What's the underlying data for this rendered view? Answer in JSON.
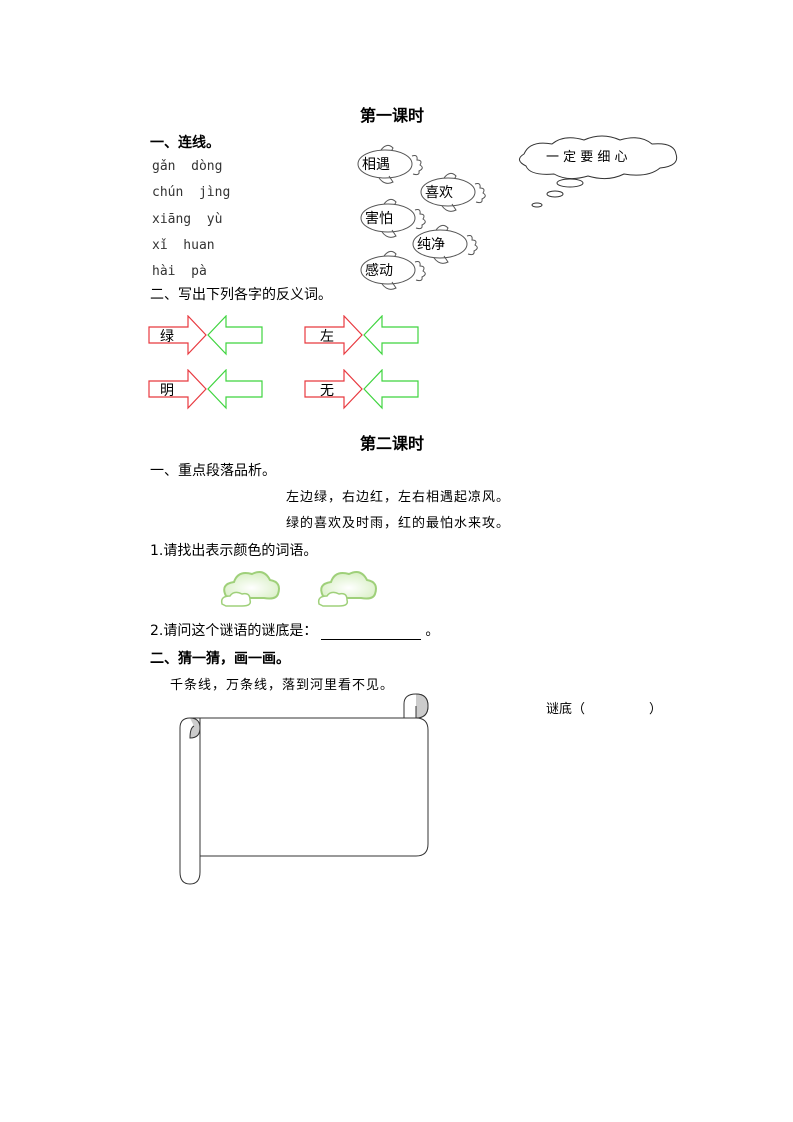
{
  "lesson1": {
    "title": "第一课时",
    "section1": {
      "heading": "一、连线。",
      "pinyin": [
        "gǎn  dòng",
        "chún  jìng",
        "xiāng  yù",
        "xǐ  huan",
        "hài  pà"
      ],
      "fish_words": [
        "相遇",
        "喜欢",
        "害怕",
        "纯净",
        "感动"
      ]
    },
    "thought_cloud": "一 定 要 细 心",
    "section2": {
      "heading": "二、写出下列各字的反义词。",
      "pairs": [
        "绿",
        "左",
        "明",
        "无"
      ]
    }
  },
  "lesson2": {
    "title": "第二课时",
    "section1": {
      "heading": "一、重点段落品析。",
      "riddle_lines": [
        "左边绿，右边红，左右相遇起凉风。",
        "绿的喜欢及时雨，红的最怕水来攻。"
      ],
      "q1": "1.请找出表示颜色的词语。",
      "q2_prefix": "2.请问这个谜语的谜底是：",
      "q2_suffix": "。"
    },
    "section2": {
      "heading": "二、猜一猜，画一画。",
      "riddle": "千条线，万条线，落到河里看不见。",
      "answer_label": "谜底（",
      "answer_close": "）"
    }
  },
  "colors": {
    "red_arrow": "#e8393f",
    "green_arrow": "#3fd43f",
    "cloud_green": "#9fd07a"
  }
}
